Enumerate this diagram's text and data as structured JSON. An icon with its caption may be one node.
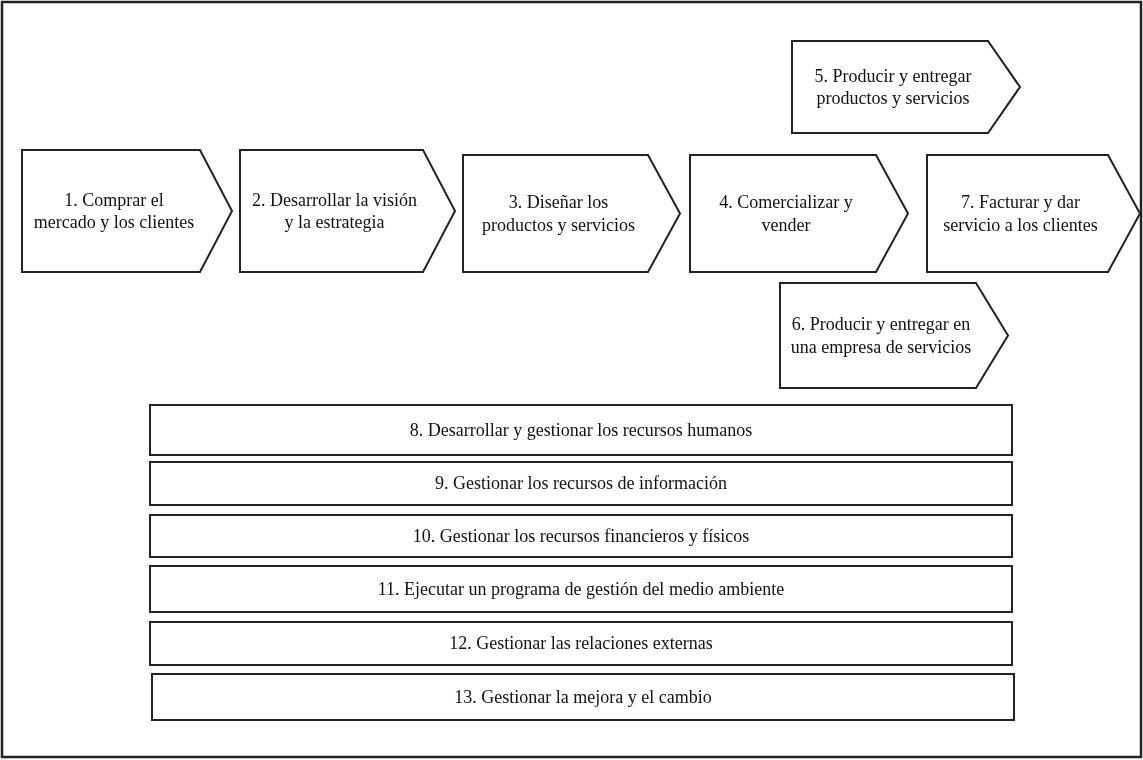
{
  "diagram": {
    "nodes": [
      {
        "text": [
          "1. Comprar el mercado y los clientes"
        ]
      },
      {
        "text": [
          "2. Desarrollar la visión y la estrategia"
        ]
      },
      {
        "text": [
          "3. Diseñar los productos y servicios"
        ]
      },
      {
        "text": [
          "4. Comercializar y vender"
        ]
      },
      {
        "text": [
          "5. Producir y entregar productos y servicios"
        ]
      },
      {
        "text": [
          "6. Producir y entregar en una empresa de servicios"
        ]
      },
      {
        "text": [
          "7. Facturar y dar servicio a los clientes"
        ]
      },
      {
        "text": [
          "8. Desarrollar y gestionar los recursos humanos"
        ]
      },
      {
        "text": [
          "9. Gestionar los recursos de información"
        ]
      },
      {
        "text": [
          "10. Gestionar los recursos financieros y físicos"
        ]
      },
      {
        "text": [
          "11. Ejecutar un programa de gestión del medio ambiente"
        ]
      },
      {
        "text": [
          "12. Gestionar las relaciones externas"
        ]
      },
      {
        "text": [
          "13. Gestionar la mejora y el cambio"
        ]
      }
    ]
  }
}
